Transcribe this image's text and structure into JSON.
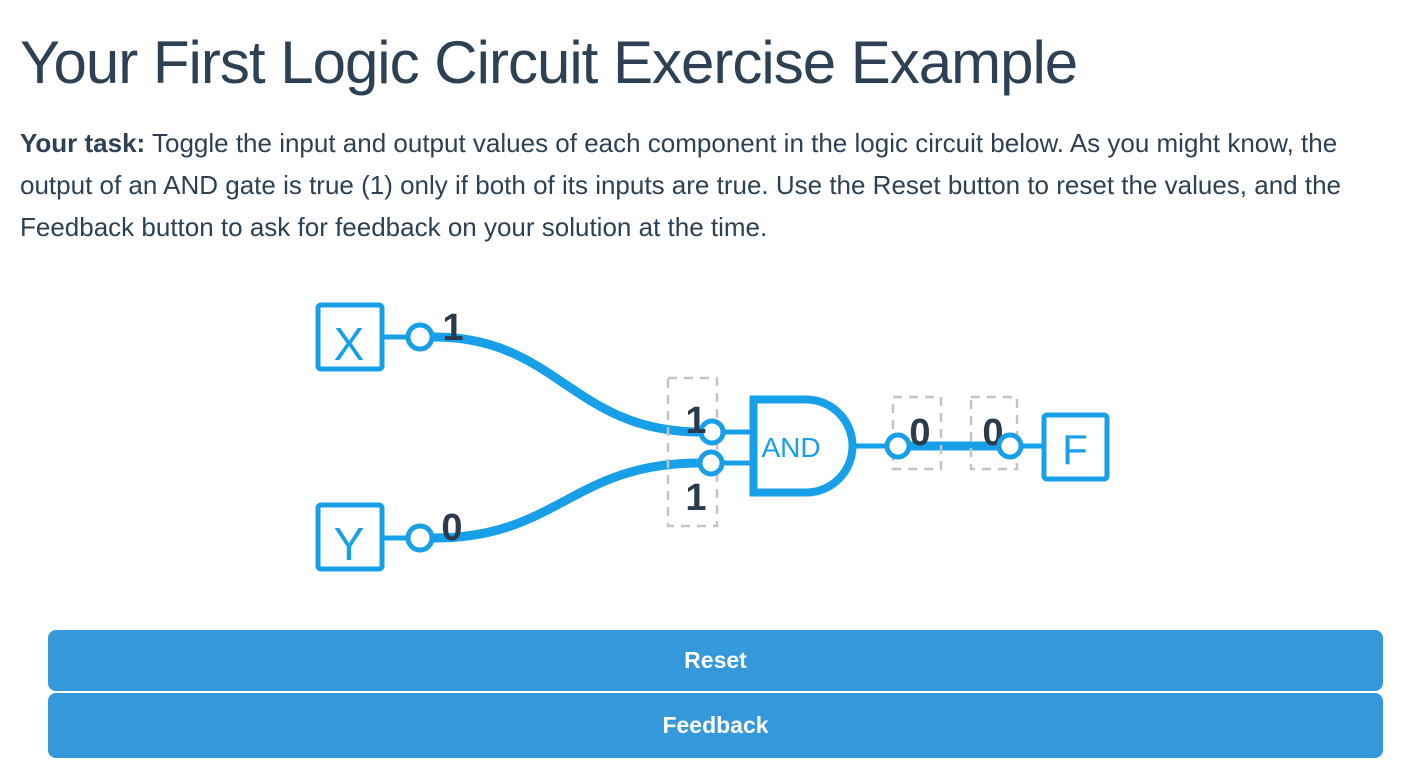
{
  "header": {
    "title": "Your First Logic Circuit Exercise Example"
  },
  "task": {
    "label": "Your task:",
    "text": "Toggle the input and output values of each component in the logic circuit below. As you might know, the output of an AND gate is true (1) only if both of its inputs are true. Use the Reset button to reset the values, and the Feedback button to ask for feedback on your solution at the time."
  },
  "circuit": {
    "input_x": {
      "label": "X",
      "value": "1"
    },
    "input_y": {
      "label": "Y",
      "value": "0"
    },
    "gate": {
      "label": "AND",
      "input_top_value": "1",
      "input_bottom_value": "1",
      "output_value": "0"
    },
    "output_f": {
      "label": "F",
      "input_value": "0"
    },
    "colors": {
      "wire_blue": "#17A0E8",
      "value_text": "#2B3A4D",
      "selection_dash": "#C4C4C4"
    }
  },
  "actions": {
    "reset_label": "Reset",
    "feedback_label": "Feedback",
    "button_color": "#3498DB"
  }
}
